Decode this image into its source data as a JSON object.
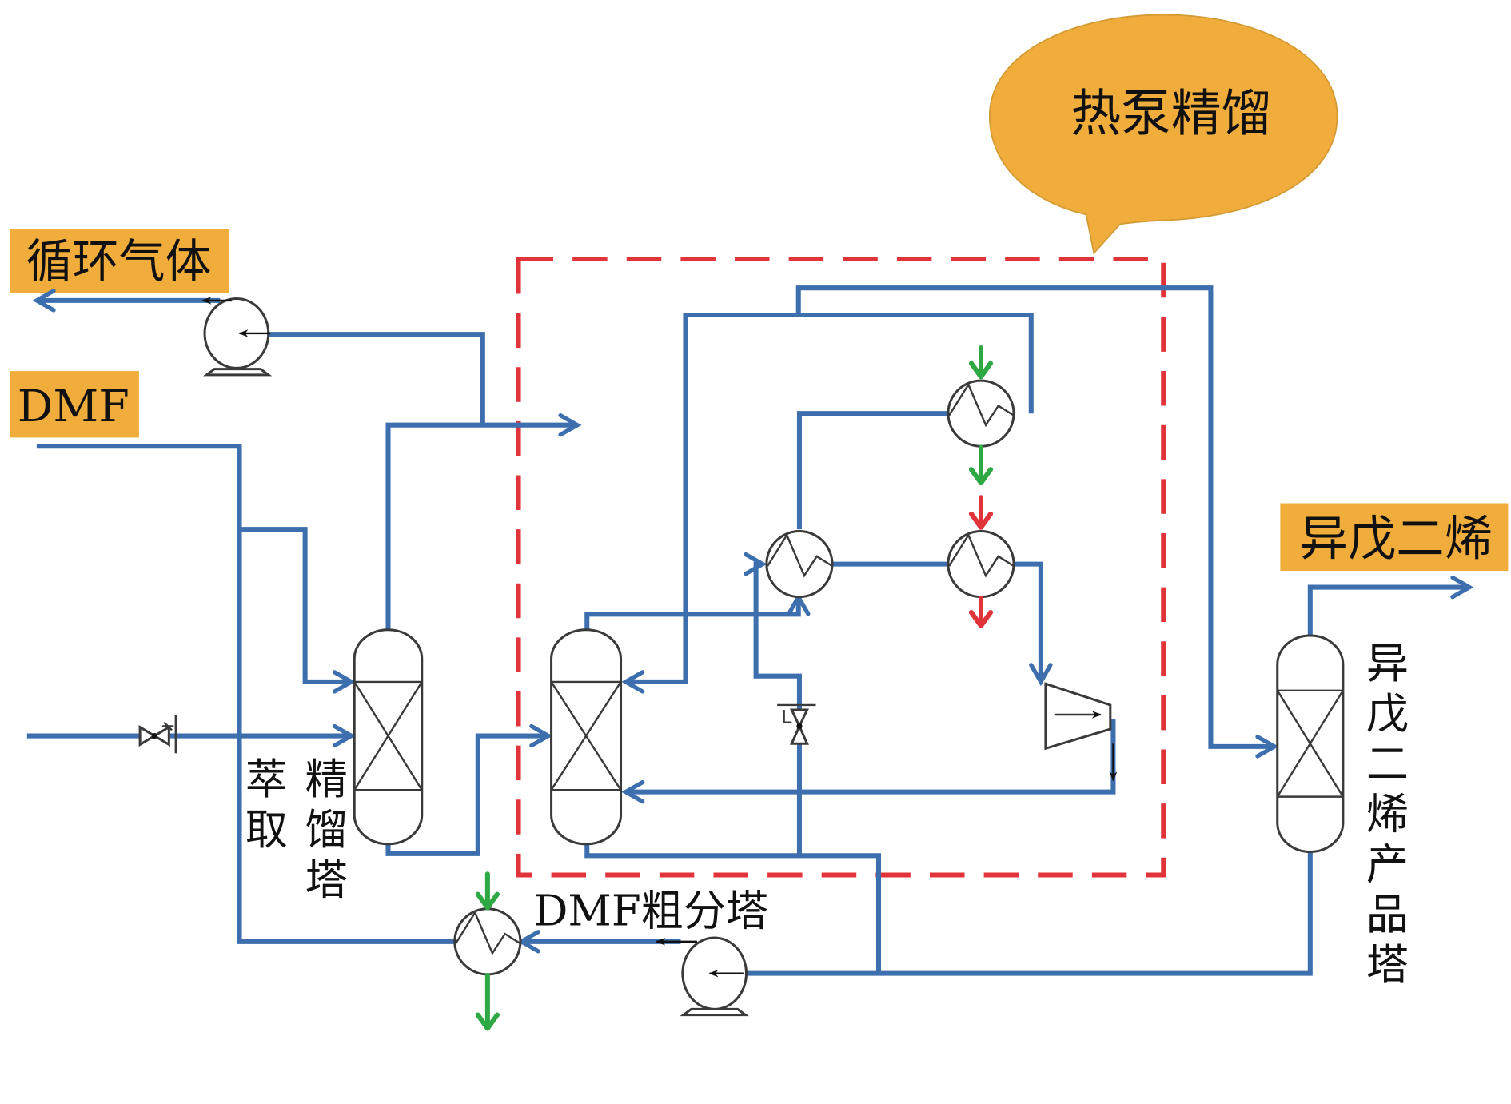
{
  "colors": {
    "pipe": "#3d6fae",
    "boundary": "#e0333a",
    "label_fill": "#f0ad3c",
    "coolant": "#2ea843",
    "heating": "#e0333a",
    "equipment": "#3a3a3a"
  },
  "labels": {
    "recycle_gas": "循环气体",
    "dmf_feed": "DMF",
    "isoprene_product": "异戊二烯",
    "heat_pump_bubble": "热泵精馏",
    "extractive_column": [
      "萃取",
      "精馏塔"
    ],
    "extractive_column_col1": [
      "萃",
      "取"
    ],
    "extractive_column_col2": [
      "精",
      "馏",
      "塔"
    ],
    "dmf_crude_column": "DMF粗分塔",
    "isoprene_column": [
      "异",
      "戊",
      "二",
      "烯",
      "产",
      "品",
      "塔"
    ]
  },
  "equipment": [
    {
      "id": "extractive-distillation-column",
      "type": "packed-column"
    },
    {
      "id": "dmf-crude-column",
      "type": "packed-column"
    },
    {
      "id": "isoprene-product-column",
      "type": "packed-column"
    },
    {
      "id": "recycle-gas-pump",
      "type": "pump"
    },
    {
      "id": "dmf-recycle-pump",
      "type": "pump"
    },
    {
      "id": "heat-exchanger-top",
      "type": "heat-exchanger",
      "utility": "coolant"
    },
    {
      "id": "heat-exchanger-reboiler",
      "type": "heat-exchanger"
    },
    {
      "id": "heat-exchanger-heater",
      "type": "heat-exchanger",
      "utility": "heating"
    },
    {
      "id": "heat-exchanger-dmf-cooler",
      "type": "heat-exchanger",
      "utility": "coolant"
    },
    {
      "id": "compressor",
      "type": "compressor"
    },
    {
      "id": "feed-control-valve",
      "type": "control-valve"
    },
    {
      "id": "throttle-valve",
      "type": "control-valve"
    }
  ],
  "boundary": {
    "name": "heat-pump-distillation-boundary",
    "style": "dashed"
  }
}
